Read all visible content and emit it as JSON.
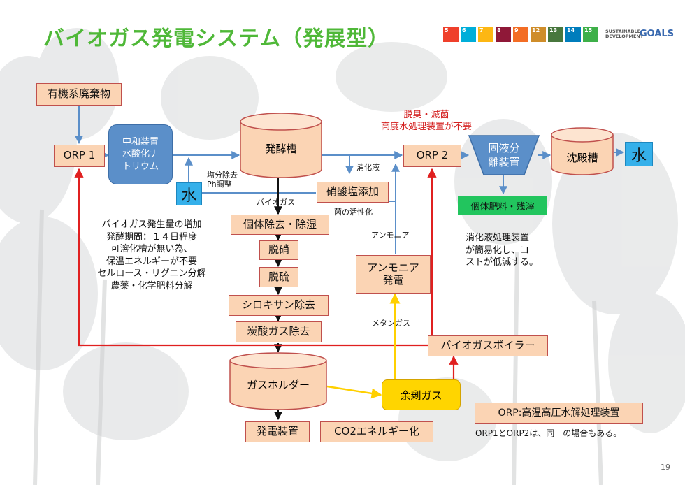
{
  "title": "バイオガス発電システム（発展型）",
  "page_number": "19",
  "sdgs": {
    "tiles": [
      {
        "num": "5",
        "color": "#ef402b"
      },
      {
        "num": "6",
        "color": "#00aed9"
      },
      {
        "num": "7",
        "color": "#fdb713"
      },
      {
        "num": "8",
        "color": "#8f1838"
      },
      {
        "num": "9",
        "color": "#f36d25"
      },
      {
        "num": "12",
        "color": "#cf8d2a"
      },
      {
        "num": "13",
        "color": "#48773e"
      },
      {
        "num": "14",
        "color": "#007dbc"
      },
      {
        "num": "15",
        "color": "#3eb049"
      }
    ],
    "text_line1": "SUSTAINABLE",
    "text_line2": "DEVELOPMENT",
    "goals": "GOALS"
  },
  "nodes": {
    "organic_waste": "有機系廃棄物",
    "orp1": "ORP 1",
    "neutralizer": "中和装置\n水酸化ナ\nトリウム",
    "water_left": "水",
    "fermentation_tank": "発酵槽",
    "orp2": "ORP  2",
    "separator": "固液分\n離装置",
    "sedimentation": "沈殿槽",
    "water_right": "水",
    "nitrate": "硝酸塩添加",
    "solid_fertilizer": "個体肥料・残滓",
    "solid_removal": "個体除去・除湿",
    "denitration": "脱硝",
    "desulfurization": "脱硫",
    "siloxane": "シロキサン除去",
    "co2_removal": "炭酸ガス除去",
    "ammonia_power": "アンモニア\n発電",
    "biogas_boiler": "バイオガスボイラー",
    "gas_holder": "ガスホルダー",
    "surplus_gas": "余剰ガス",
    "generator": "発電装置",
    "co2_energy": "CO2エネルギー化",
    "orp_definition": "ORP:高温高圧水解処理装置"
  },
  "labels": {
    "deodorize": "脱臭・滅菌\n高度水処理装置が不要",
    "digestate": "消化液",
    "salt_removal": "塩分除去\nPh調整",
    "biogas": "バイオガス",
    "bacteria": "菌の活性化",
    "ammonia": "アンモニア",
    "methane": "メタンガス",
    "left_note": "バイオガス発生量の増加\n発酵期間：１４日程度\n可溶化槽が無い為、\n保温エネルギーが不要\nセルロース・リグニン分解\n農薬・化学肥料分解",
    "right_note": "消化液処理装置\nが簡易化し、コ\nストが低減する。",
    "orp_note": "ORP1とORP2は、同一の場合もある。"
  },
  "colors": {
    "title_green": "#4fb838",
    "box_fill": "#fbd4b4",
    "box_border": "#c0504d",
    "blue": "#5b8fc9",
    "water": "#35b0ea",
    "arrow_blue": "#5b8fc9",
    "arrow_red": "#e02020",
    "arrow_yellow": "#ffd000",
    "fertilizer_green": "#22c55e"
  }
}
